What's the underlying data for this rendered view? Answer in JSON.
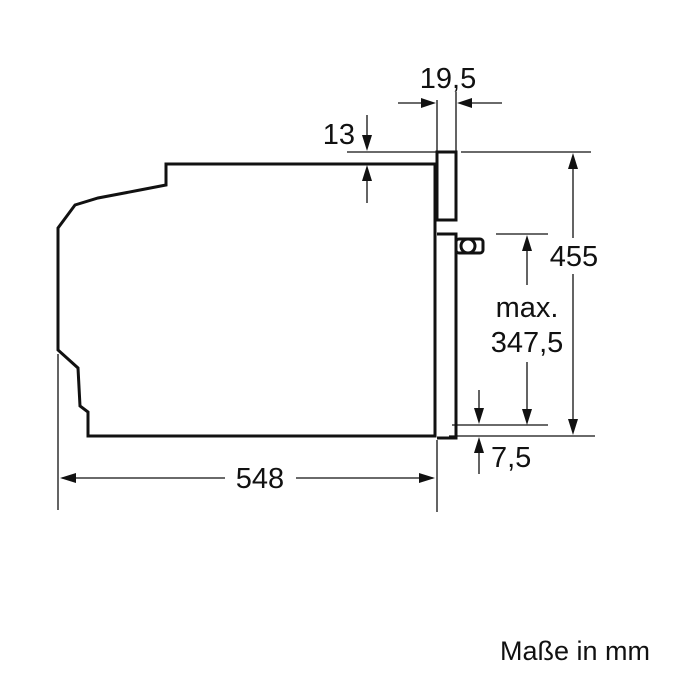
{
  "dimensions": {
    "top_gap": "13",
    "front_panel_thickness": "19,5",
    "total_height": "455",
    "max_height_line1": "max.",
    "max_height_line2": "347,5",
    "bottom_gap": "7,5",
    "depth": "548"
  },
  "footer": {
    "units_note": "Maße in mm"
  }
}
